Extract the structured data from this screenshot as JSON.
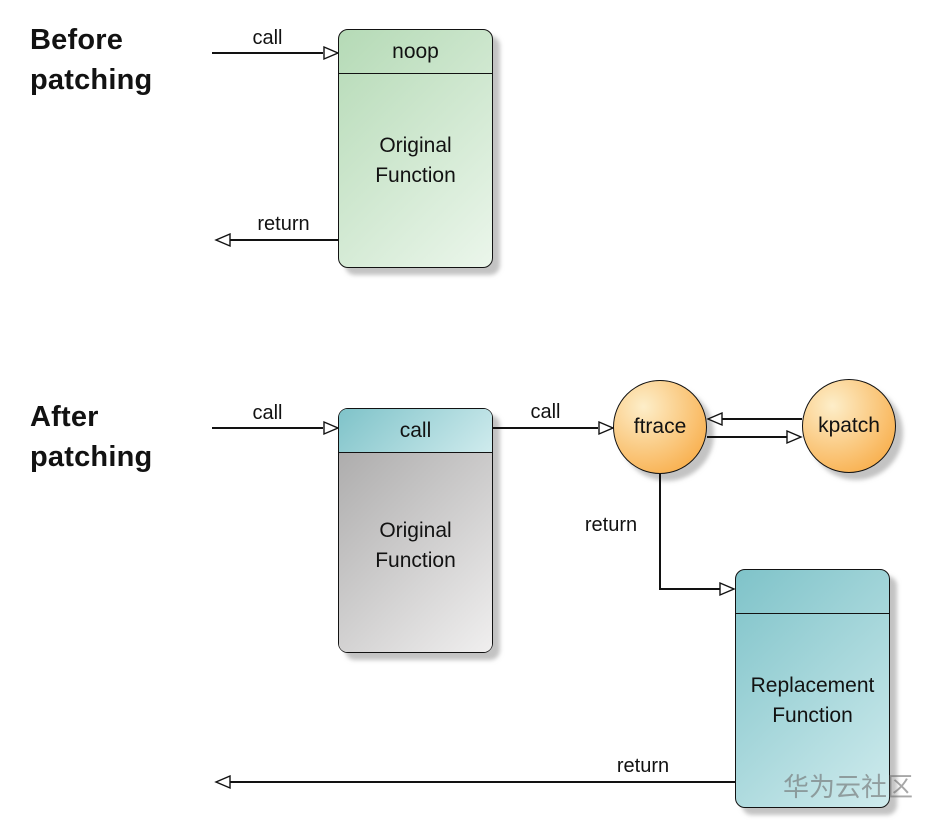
{
  "diagram": {
    "before": {
      "title": [
        "Before",
        "patching"
      ],
      "call_label": "call",
      "return_label": "return",
      "original_box": {
        "header": "noop",
        "body": [
          "Original",
          "Function"
        ]
      }
    },
    "after": {
      "title": [
        "After",
        "patching"
      ],
      "call_label_left": "call",
      "call_label_mid": "call",
      "ftrace_label": "ftrace",
      "kpatch_label": "kpatch",
      "return_label_ftrace": "return",
      "return_label_bottom": "return",
      "original_box": {
        "header": "call",
        "body": [
          "Original",
          "Function"
        ]
      },
      "replacement_box": {
        "header": "",
        "body": [
          "Replacement",
          "Function"
        ]
      }
    },
    "watermark": "华为云社区"
  },
  "colors": {
    "canvas_bg": "#ffffff",
    "ink": "#121212",
    "green_start": "#b5dab6",
    "green_end": "#ebf6eb",
    "teal_start": "#7fc3c9",
    "teal_end": "#cfebed",
    "gray_start": "#aeadad",
    "gray_end": "#f0efef",
    "orange_light": "#fdeec9",
    "orange_dark": "#f8ab45",
    "watermark": "#6e6e6e"
  }
}
